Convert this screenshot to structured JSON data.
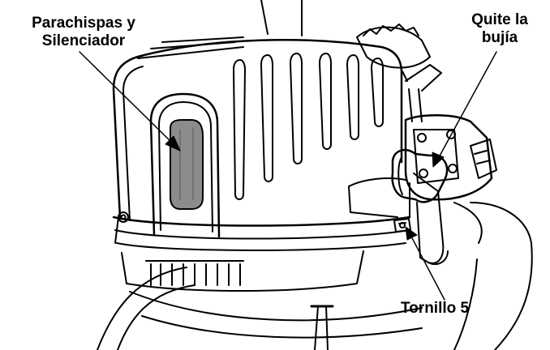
{
  "callouts": {
    "spark_arrestor": [
      "Parachispas y",
      "Silenciador"
    ],
    "spark_plug": [
      "Quite la",
      "bujía"
    ],
    "screw": "Tornillo 5"
  },
  "colors": {
    "stroke": "#000000",
    "background": "#ffffff",
    "screen_fill": "#8c8c8c"
  }
}
